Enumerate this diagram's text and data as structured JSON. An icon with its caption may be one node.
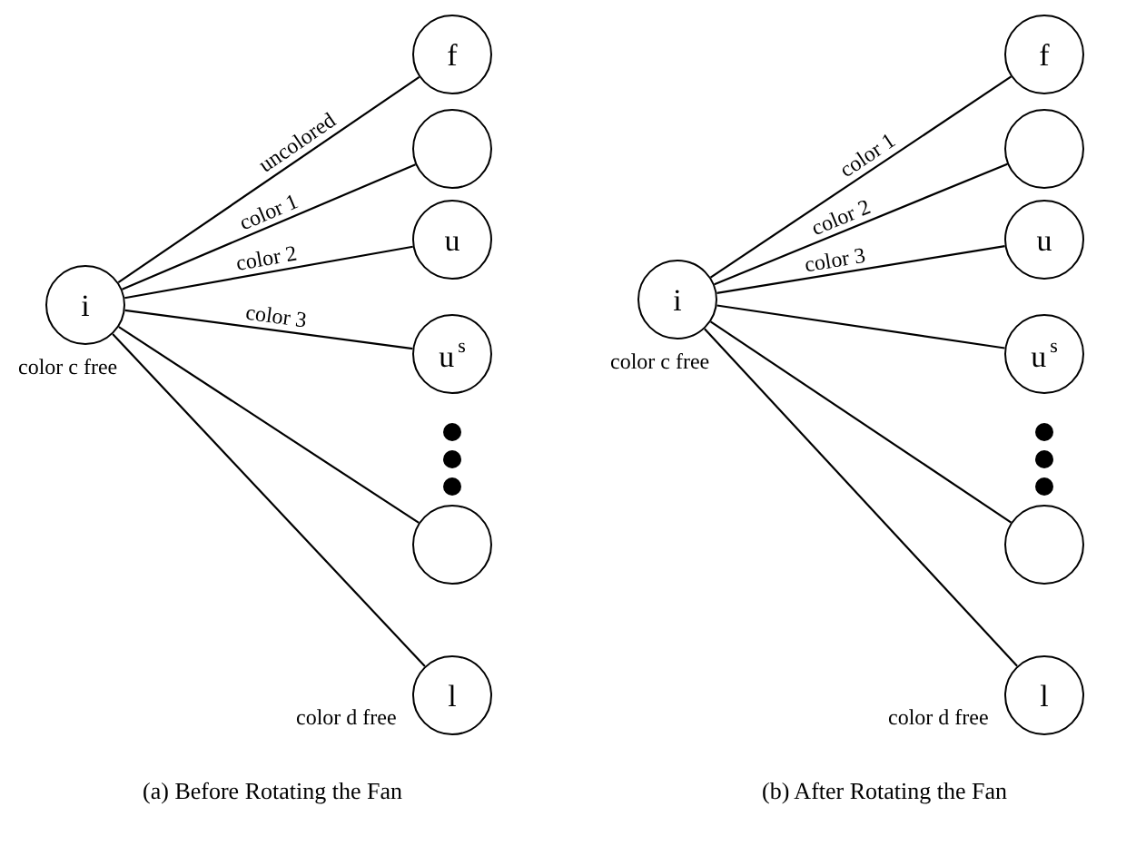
{
  "diagram": {
    "nodes": [
      {
        "text": [
          "i"
        ],
        "beside": [
          "color c free"
        ]
      },
      {
        "text": [
          "f"
        ]
      },
      {
        "text": [],
        "shape": "circle"
      },
      {
        "text": [
          "u"
        ]
      },
      {
        "text": [
          "u$^{s}$"
        ]
      },
      {
        "text": [],
        "shape": "circle"
      },
      {
        "text": [
          "l"
        ],
        "beside": [
          "color d free"
        ]
      },
      {
        "text": [
          "i"
        ],
        "beside": [
          "color c free"
        ]
      },
      {
        "text": [
          "f"
        ]
      },
      {
        "text": [],
        "shape": "circle"
      },
      {
        "text": [
          "u"
        ]
      },
      {
        "text": [
          "u$^{s}$"
        ]
      },
      {
        "text": [],
        "shape": "circle"
      },
      {
        "text": [
          "l"
        ],
        "beside": [
          "color d free"
        ]
      }
    ],
    "edges": [
      {
        "from": 0,
        "to": 1,
        "arrow": "none",
        "label": "uncolored"
      },
      {
        "from": 0,
        "to": 2,
        "arrow": "none",
        "label": "color 1"
      },
      {
        "from": 0,
        "to": 3,
        "arrow": "none",
        "label": "color 2"
      },
      {
        "from": 0,
        "to": 4,
        "arrow": "none",
        "label": "color 3"
      },
      {
        "from": 0,
        "to": 5,
        "arrow": "none"
      },
      {
        "from": 0,
        "to": 6,
        "arrow": "none"
      },
      {
        "from": 7,
        "to": 8,
        "arrow": "none",
        "label": "color 1"
      },
      {
        "from": 7,
        "to": 9,
        "arrow": "none",
        "label": "color 2"
      },
      {
        "from": 7,
        "to": 10,
        "arrow": "none",
        "label": "color 3"
      },
      {
        "from": 7,
        "to": 11,
        "arrow": "none"
      },
      {
        "from": 7,
        "to": 12,
        "arrow": "none"
      },
      {
        "from": 7,
        "to": 13,
        "arrow": "none"
      }
    ],
    "labels": [
      "(a) Before Rotating the Fan",
      "(b) After Rotating the Fan"
    ]
  }
}
